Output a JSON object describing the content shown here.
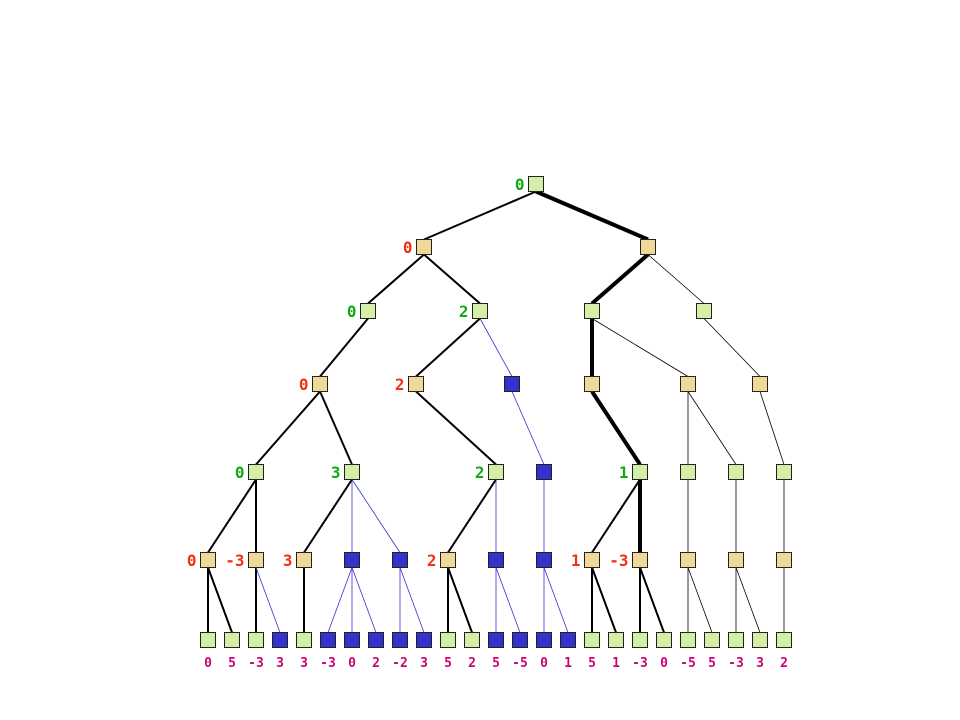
{
  "colors": {
    "max_node": "#d4f0a8",
    "min_node": "#f0d896",
    "pruned_node": "#3333cc",
    "leaf_text": "#cc0077",
    "max_value": "#11aa11",
    "min_value": "#ee3311",
    "edge": "#000000",
    "pruned_edge": "#3333cc"
  },
  "tree": {
    "nodes": [
      {
        "id": "r",
        "level": 0,
        "type": "max",
        "value": "0"
      },
      {
        "id": "a",
        "level": 1,
        "parent": "r",
        "type": "min",
        "value": "0"
      },
      {
        "id": "b",
        "level": 1,
        "parent": "r",
        "type": "min",
        "value": ""
      },
      {
        "id": "a1",
        "level": 2,
        "parent": "a",
        "type": "max",
        "value": "0"
      },
      {
        "id": "a2",
        "level": 2,
        "parent": "a",
        "type": "max",
        "value": "2"
      },
      {
        "id": "b1",
        "level": 2,
        "parent": "b",
        "type": "max",
        "value": ""
      },
      {
        "id": "b2",
        "level": 2,
        "parent": "b",
        "type": "max",
        "value": ""
      },
      {
        "id": "c1",
        "level": 3,
        "parent": "a1",
        "type": "min",
        "value": "0"
      },
      {
        "id": "c2",
        "level": 3,
        "parent": "a2",
        "type": "min",
        "value": "2"
      },
      {
        "id": "c3",
        "level": 3,
        "parent": "a2",
        "type": "pruned",
        "value": ""
      },
      {
        "id": "c4",
        "level": 3,
        "parent": "b1",
        "type": "min",
        "value": ""
      },
      {
        "id": "c5",
        "level": 3,
        "parent": "b1",
        "type": "min",
        "value": ""
      },
      {
        "id": "c6",
        "level": 3,
        "parent": "b2",
        "type": "min",
        "value": ""
      },
      {
        "id": "d1",
        "level": 4,
        "parent": "c1",
        "type": "max",
        "value": "0"
      },
      {
        "id": "d2",
        "level": 4,
        "parent": "c1",
        "type": "max",
        "value": "3"
      },
      {
        "id": "d3",
        "level": 4,
        "parent": "c2",
        "type": "max",
        "value": "2"
      },
      {
        "id": "d4",
        "level": 4,
        "parent": "c3",
        "type": "pruned",
        "value": ""
      },
      {
        "id": "d5",
        "level": 4,
        "parent": "c4",
        "type": "max",
        "value": "1"
      },
      {
        "id": "d6",
        "level": 4,
        "parent": "c5",
        "type": "max",
        "value": ""
      },
      {
        "id": "d7",
        "level": 4,
        "parent": "c5",
        "type": "max",
        "value": ""
      },
      {
        "id": "d8",
        "level": 4,
        "parent": "c6",
        "type": "max",
        "value": ""
      },
      {
        "id": "e1",
        "level": 5,
        "parent": "d1",
        "type": "min",
        "value": "0"
      },
      {
        "id": "e2",
        "level": 5,
        "parent": "d1",
        "type": "min",
        "value": "-3"
      },
      {
        "id": "e3",
        "level": 5,
        "parent": "d2",
        "type": "min",
        "value": "3"
      },
      {
        "id": "e4",
        "level": 5,
        "parent": "d2",
        "type": "pruned",
        "value": ""
      },
      {
        "id": "e5",
        "level": 5,
        "parent": "d2",
        "type": "pruned",
        "value": ""
      },
      {
        "id": "e6",
        "level": 5,
        "parent": "d3",
        "type": "min",
        "value": "2"
      },
      {
        "id": "e7",
        "level": 5,
        "parent": "d3",
        "type": "pruned",
        "value": ""
      },
      {
        "id": "e8",
        "level": 5,
        "parent": "d4",
        "type": "pruned",
        "value": ""
      },
      {
        "id": "e9",
        "level": 5,
        "parent": "d5",
        "type": "min",
        "value": "1"
      },
      {
        "id": "e10",
        "level": 5,
        "parent": "d5",
        "type": "min",
        "value": "-3"
      },
      {
        "id": "e11",
        "level": 5,
        "parent": "d6",
        "type": "min",
        "value": ""
      },
      {
        "id": "e12",
        "level": 5,
        "parent": "d7",
        "type": "min",
        "value": ""
      },
      {
        "id": "e13",
        "level": 5,
        "parent": "d8",
        "type": "min",
        "value": ""
      },
      {
        "id": "f1",
        "level": 6,
        "parent": "e1",
        "type": "max",
        "value": "0"
      },
      {
        "id": "f2",
        "level": 6,
        "parent": "e1",
        "type": "max",
        "value": "5"
      },
      {
        "id": "f3",
        "level": 6,
        "parent": "e2",
        "type": "max",
        "value": "-3"
      },
      {
        "id": "f4",
        "level": 6,
        "parent": "e2",
        "type": "pruned",
        "value": "3"
      },
      {
        "id": "f5",
        "level": 6,
        "parent": "e3",
        "type": "max",
        "value": "3"
      },
      {
        "id": "f6",
        "level": 6,
        "parent": "e4",
        "type": "pruned",
        "value": "-3"
      },
      {
        "id": "f7",
        "level": 6,
        "parent": "e4",
        "type": "pruned",
        "value": "0"
      },
      {
        "id": "f8",
        "level": 6,
        "parent": "e4",
        "type": "pruned",
        "value": "2"
      },
      {
        "id": "f9",
        "level": 6,
        "parent": "e5",
        "type": "pruned",
        "value": "-2"
      },
      {
        "id": "f10",
        "level": 6,
        "parent": "e5",
        "type": "pruned",
        "value": "3"
      },
      {
        "id": "f11",
        "level": 6,
        "parent": "e6",
        "type": "max",
        "value": "5"
      },
      {
        "id": "f12",
        "level": 6,
        "parent": "e6",
        "type": "max",
        "value": "2"
      },
      {
        "id": "f13",
        "level": 6,
        "parent": "e7",
        "type": "pruned",
        "value": "5"
      },
      {
        "id": "f14",
        "level": 6,
        "parent": "e7",
        "type": "pruned",
        "value": "-5"
      },
      {
        "id": "f15",
        "level": 6,
        "parent": "e8",
        "type": "pruned",
        "value": "0"
      },
      {
        "id": "f16",
        "level": 6,
        "parent": "e8",
        "type": "pruned",
        "value": "1"
      },
      {
        "id": "f17",
        "level": 6,
        "parent": "e9",
        "type": "max",
        "value": "5"
      },
      {
        "id": "f18",
        "level": 6,
        "parent": "e9",
        "type": "max",
        "value": "1"
      },
      {
        "id": "f19",
        "level": 6,
        "parent": "e10",
        "type": "max",
        "value": "-3"
      },
      {
        "id": "f20",
        "level": 6,
        "parent": "e10",
        "type": "max",
        "value": "0"
      },
      {
        "id": "f21",
        "level": 6,
        "parent": "e11",
        "type": "max",
        "value": "-5"
      },
      {
        "id": "f22",
        "level": 6,
        "parent": "e11",
        "type": "max",
        "value": "5"
      },
      {
        "id": "f23",
        "level": 6,
        "parent": "e12",
        "type": "max",
        "value": "-3"
      },
      {
        "id": "f24",
        "level": 6,
        "parent": "e12",
        "type": "max",
        "value": "3"
      },
      {
        "id": "f25",
        "level": 6,
        "parent": "e13",
        "type": "max",
        "value": "2"
      }
    ],
    "bold_path": [
      "r",
      "b",
      "b1",
      "c4",
      "d5",
      "e10",
      "f19"
    ]
  }
}
